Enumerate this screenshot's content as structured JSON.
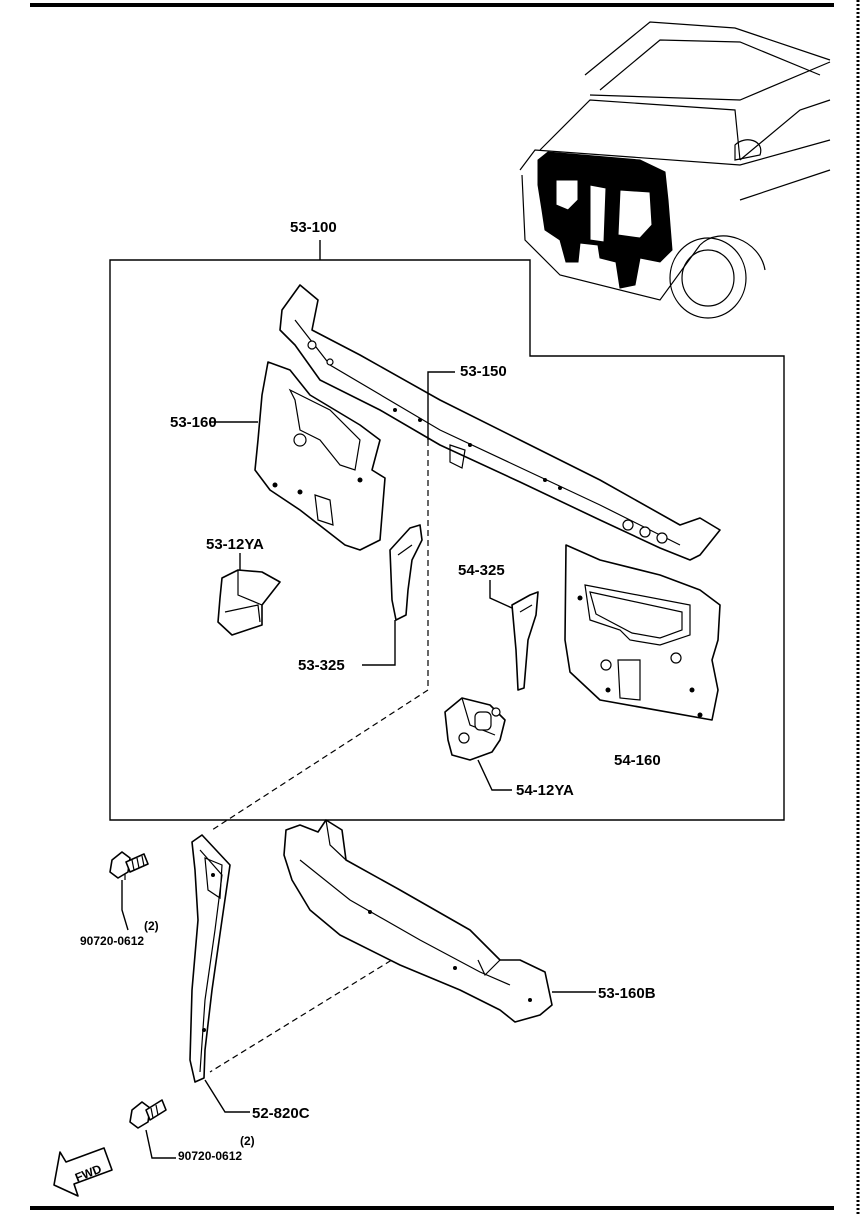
{
  "diagram": {
    "labels": {
      "assembly": "53-100",
      "upper_member": "53-150",
      "left_panel": "53-160",
      "left_bracket": "53-12YA",
      "left_stay": "53-325",
      "right_stay": "54-325",
      "right_panel": "54-160",
      "right_bracket": "54-12YA",
      "lower_member": "53-160B",
      "side_member": "52-820C"
    },
    "bolts": [
      {
        "part_number": "90720-0612",
        "quantity": "(2)"
      },
      {
        "part_number": "90720-0612",
        "quantity": "(2)"
      }
    ],
    "fwd_marker": "FWD"
  }
}
